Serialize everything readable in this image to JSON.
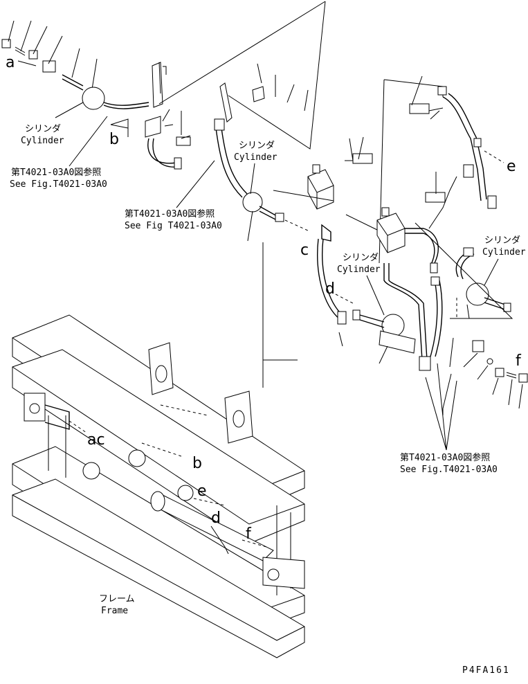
{
  "labels": {
    "cyl_jp": "シリンダ",
    "cyl_en": "Cylinder",
    "ref_jp": "第T4021-03A0図参照",
    "ref_en_1": "See Fig.T4021-03A0",
    "ref_en_2": "See Fig T4021-03A0",
    "ref_en_3": "See Fig.T4021-03A0",
    "frame_jp": "フレーム",
    "frame_en": "Frame",
    "code": "P4FA161"
  },
  "callouts": {
    "a": "a",
    "b": "b",
    "c": "c",
    "d": "d",
    "e": "e",
    "f": "f"
  },
  "frame_callouts": {
    "ac": "ac",
    "b": "b",
    "e": "e",
    "d": "d",
    "f": "f"
  }
}
